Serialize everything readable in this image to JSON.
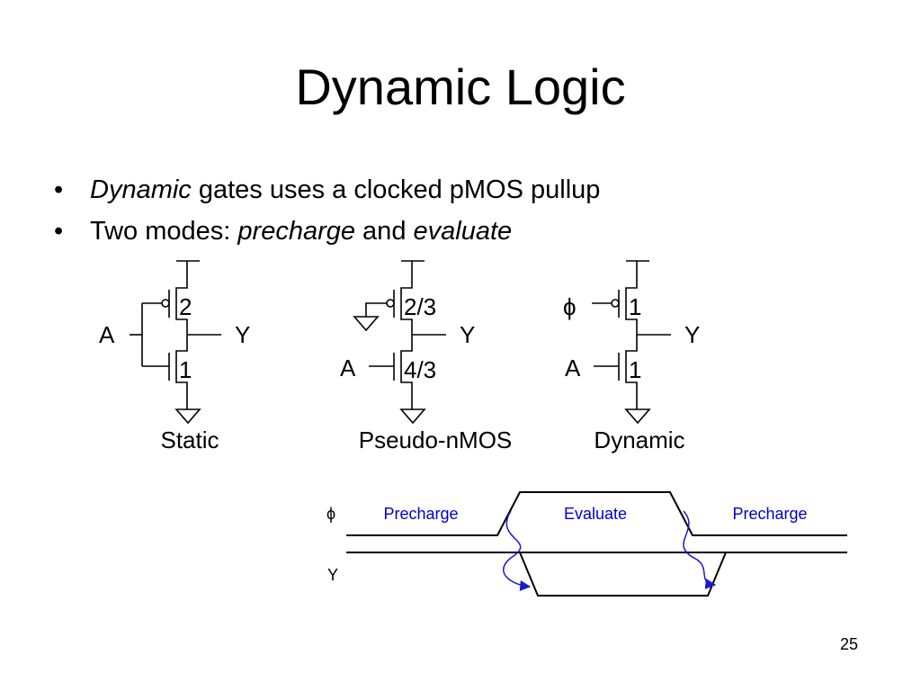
{
  "slide": {
    "title": "Dynamic Logic",
    "page_number": "25",
    "bullet_marker": "•"
  },
  "bullets": [
    {
      "em": "Dynamic",
      "text": " gates uses a clocked pMOS pullup"
    },
    {
      "text": "Two modes: ",
      "em1": "precharge",
      "mid": " and ",
      "em2": "evaluate"
    }
  ],
  "circuits": {
    "static": {
      "caption": "Static",
      "input_label": "A",
      "output_label": "Y",
      "pmos_size": "2",
      "nmos_size": "1"
    },
    "pseudo_nmos": {
      "caption": "Pseudo-nMOS",
      "input_label": "A",
      "output_label": "Y",
      "pmos_size": "2/3",
      "nmos_size": "4/3"
    },
    "dynamic": {
      "caption": "Dynamic",
      "clock_label": "ϕ",
      "input_label": "A",
      "output_label": "Y",
      "pmos_size": "1",
      "nmos_size": "1"
    }
  },
  "timing": {
    "clock_label": "ϕ",
    "output_label": "Y",
    "phases": [
      "Precharge",
      "Evaluate",
      "Precharge"
    ],
    "phase_color": "#0000cc",
    "arrow_color": "#1a1acc"
  }
}
